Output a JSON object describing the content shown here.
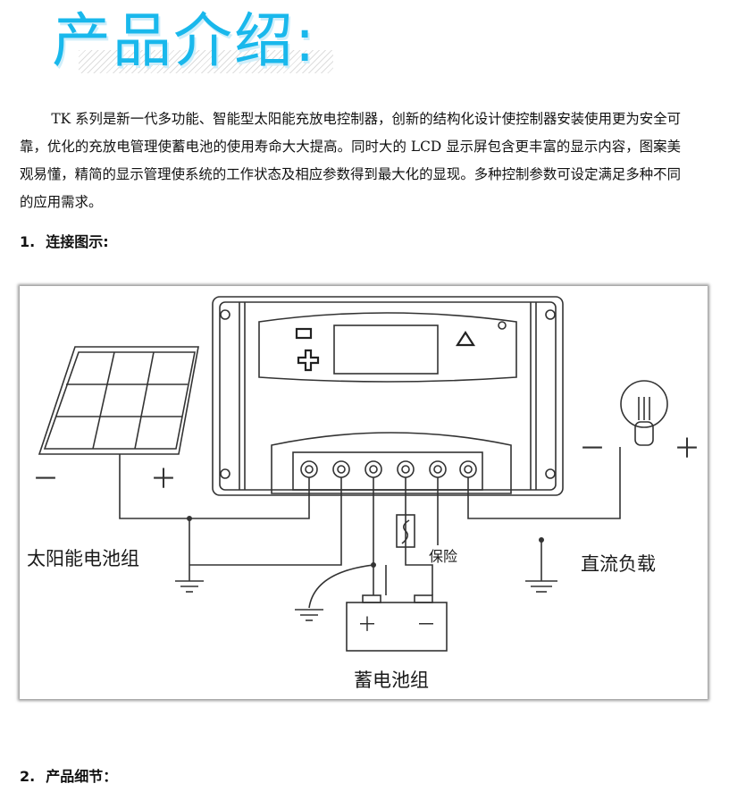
{
  "title": "产品介绍:",
  "intro": "TK 系列是新一代多功能、智能型太阳能充放电控制器，创新的结构化设计使控制器安装使用更为安全可靠，优化的充放电管理使蓄电池的使用寿命大大提高。同时大的 LCD 显示屏包含更丰富的显示内容，图案美观易懂，精简的显示管理使系统的工作状态及相应参数得到最大化的显现。多种控制参数可设定满足多种不同的应用需求。",
  "sections": [
    {
      "number": "1.",
      "label": "连接图示:"
    },
    {
      "number": "2.",
      "label": "产品细节："
    }
  ],
  "diagram": {
    "solar_label": "太阳能电池组",
    "load_label": "直流负载",
    "battery_label": "蓄电池组",
    "fuse_label": "保险",
    "minus": "－",
    "plus": "＋"
  },
  "colors": {
    "title": "#19b8ec",
    "line": "#333333"
  }
}
